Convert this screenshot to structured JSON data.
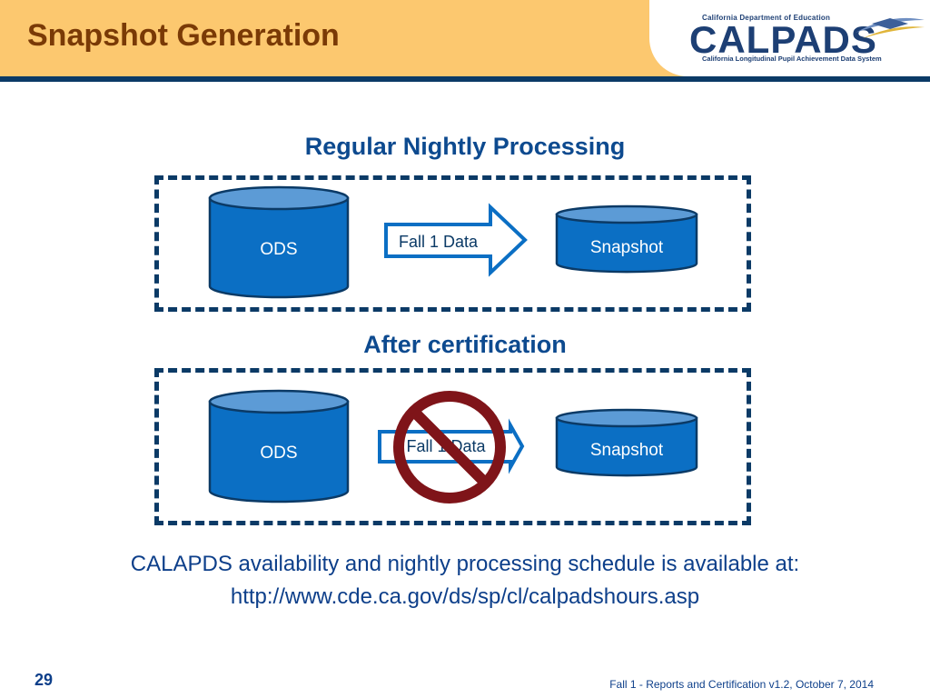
{
  "slide": {
    "title": "Snapshot Generation",
    "page_number": "29",
    "doc_footer": "Fall 1 - Reports and Certification v1.2, October 7, 2014"
  },
  "logo": {
    "agency": "California Department of Education",
    "wordmark": "CALPADS",
    "subtitle": "California Longitudinal Pupil Achievement Data System"
  },
  "panels": [
    {
      "heading": "Regular Nightly Processing",
      "source_label": "ODS",
      "arrow_label": "Fall 1 Data",
      "target_label": "Snapshot",
      "blocked": false
    },
    {
      "heading": "After certification",
      "source_label": "ODS",
      "arrow_label": "Fall 1 Data",
      "target_label": "Snapshot",
      "blocked": true
    }
  ],
  "footer_note": {
    "line1": "CALAPDS availability and nightly processing schedule is available at:",
    "line2": "http://www.cde.ca.gov/ds/sp/cl/calpadshours.asp"
  },
  "colors": {
    "header_bg": "#fcc86f",
    "title_text": "#7a3a06",
    "cylinder_fill": "#0b6fc4",
    "cylinder_stroke": "#0b3a66",
    "dash_border": "#0b3a66",
    "no_symbol": "#7f1419"
  },
  "icons": {
    "source": "database-cylinder-icon",
    "target": "database-cylinder-icon",
    "flow": "arrow-right-icon",
    "blocked": "prohibited-icon"
  }
}
